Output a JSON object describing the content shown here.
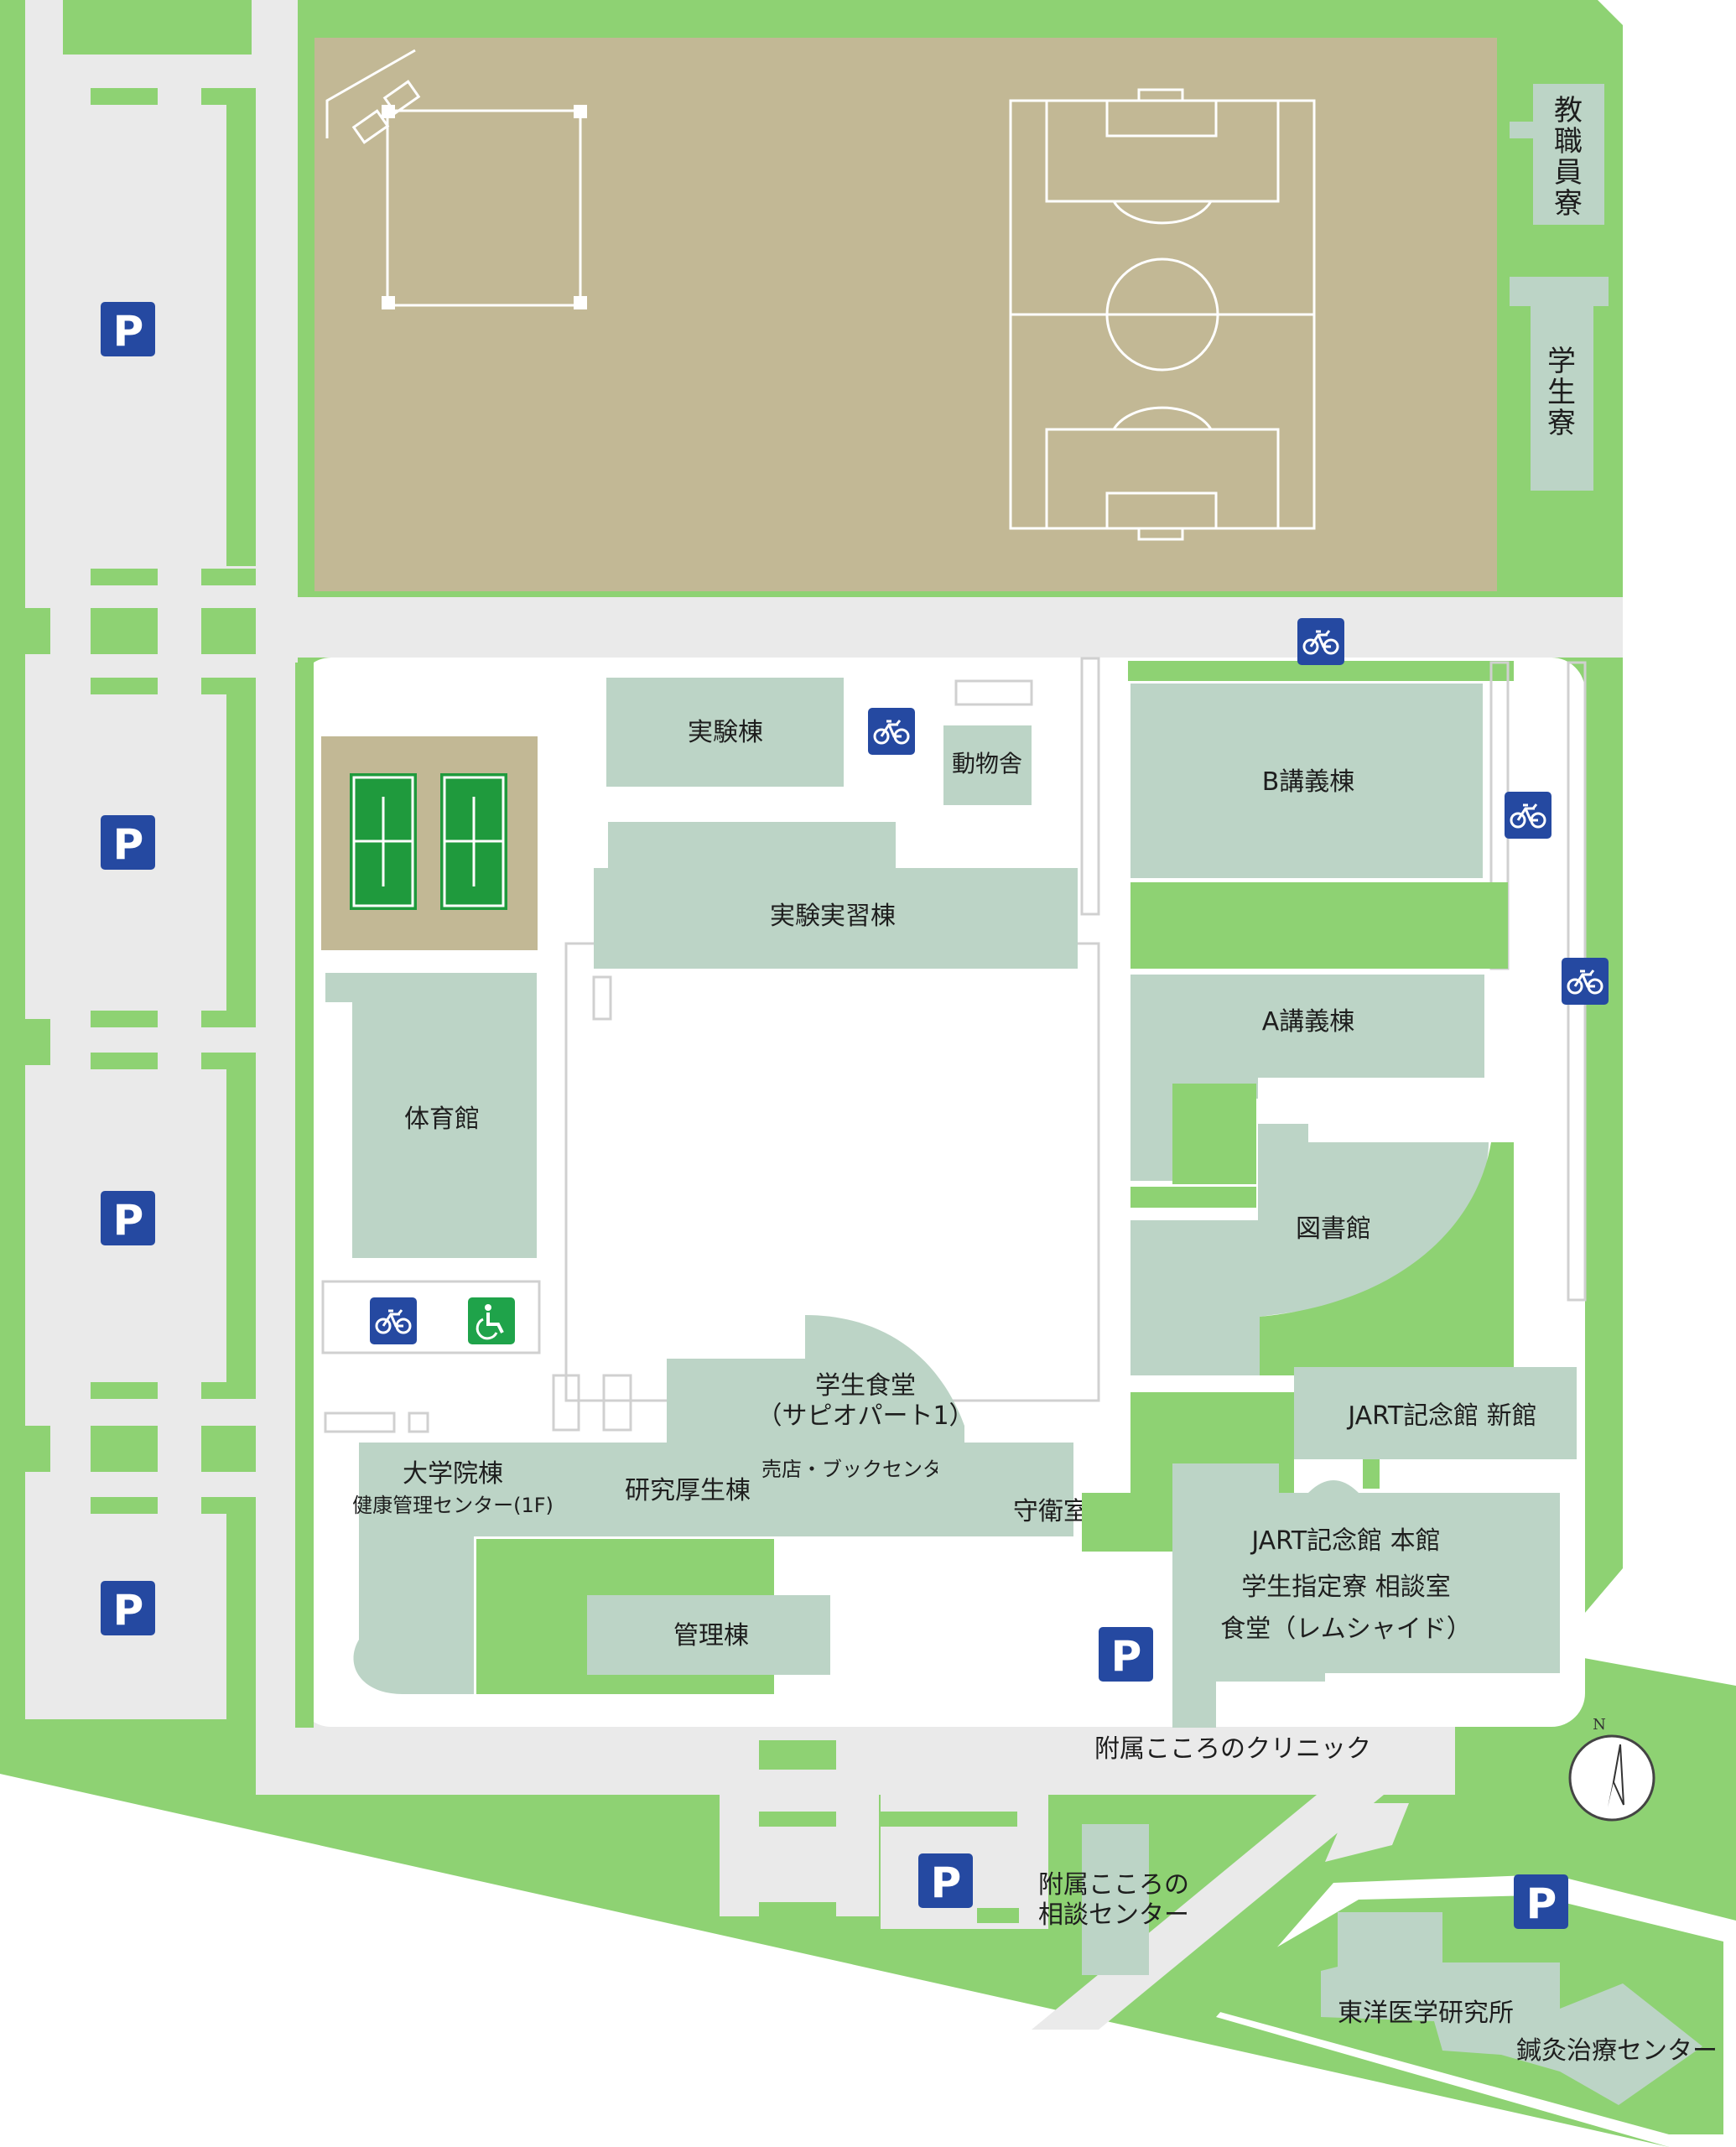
{
  "map": {
    "buildings": {
      "faculty_dorm": [
        "教",
        "職",
        "員",
        "寮"
      ],
      "student_dorm": [
        "学",
        "生",
        "寮"
      ],
      "experiment_bldg": "実験棟",
      "animal_house": "動物舎",
      "b_lecture": "B講義棟",
      "practice_bldg": "実験実習棟",
      "a_lecture": "A講義棟",
      "gym": "体育館",
      "library": "図書館",
      "cafeteria": "学生食堂",
      "cafeteria_sub": "（サピオパート1）",
      "shop": "売店・ブックセンター",
      "jart_new": "JART記念館 新館",
      "grad_school": "大学院棟",
      "health_center": "健康管理センター(1F)",
      "research_welfare": "研究厚生棟",
      "guard_room": "守衛室",
      "jart_main_1": "JART記念館 本館",
      "jart_main_2": "学生指定寮 相談室",
      "jart_main_3": "食堂（レムシャイド）",
      "admin_bldg": "管理棟",
      "clinic": "附属こころのクリニック",
      "consult_1": "附属こころの",
      "consult_2": "相談センター",
      "oriental_medicine": "東洋医学研究所",
      "acupuncture": "鍼灸治療センター"
    },
    "parking_label": "P",
    "compass_label": "N",
    "icons": {
      "bicycle": "bicycle-icon",
      "wheelchair": "wheelchair-icon",
      "parking": "parking-icon",
      "compass": "compass-icon"
    },
    "colors": {
      "grass": "#8ed273",
      "building": "#bcd4c6",
      "road": "#eaeaea",
      "field": "#c2b895",
      "court": "#1f9a3d",
      "sign": "#2549a1",
      "accessible": "#1fa34a"
    }
  }
}
